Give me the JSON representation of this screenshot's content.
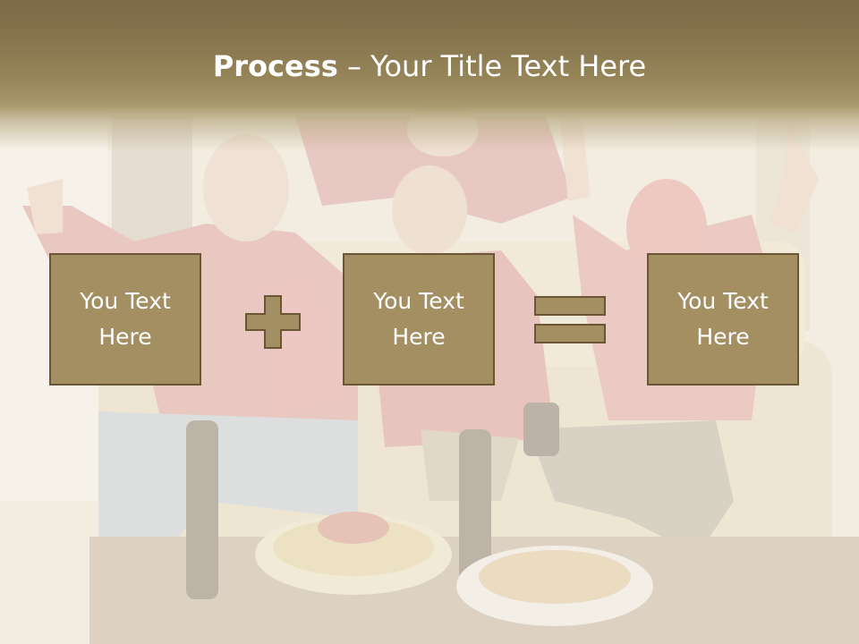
{
  "slide": {
    "title_bold": "Process",
    "title_rest": " – Your Title Text Here"
  },
  "process": {
    "boxes": [
      {
        "text": "You Text\nHere"
      },
      {
        "text": "You Text\nHere"
      },
      {
        "text": "You Text\nHere"
      }
    ],
    "operators": [
      "plus-icon",
      "equals-icon"
    ]
  },
  "colors": {
    "title_band": "#85744e",
    "box_fill": "#a48f63",
    "box_border": "#6a5634",
    "text": "#ffffff"
  }
}
